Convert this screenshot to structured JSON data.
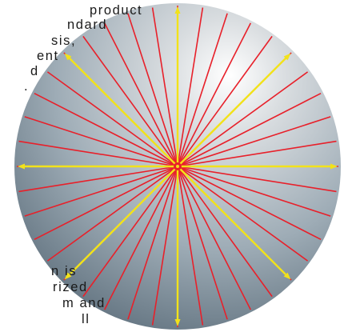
{
  "text_fragments": {
    "top": [
      "product",
      "ndard",
      "sis,",
      "ent",
      "d",
      "."
    ],
    "bottom": [
      "n is",
      "rized",
      "m and",
      "ll"
    ]
  },
  "diagram": {
    "type": "radial-line-disc",
    "red_line_count": 40,
    "yellow_arrow_directions": [
      "up",
      "down",
      "left",
      "right",
      "upper-left",
      "upper-right",
      "lower-left",
      "lower-right"
    ],
    "colors": {
      "red_lines": "#e8202a",
      "yellow_arrows": "#f2e21a",
      "disc_center": "#d9dde0",
      "disc_edge": "#6c7d8a",
      "highlight": "#ffffff"
    }
  }
}
